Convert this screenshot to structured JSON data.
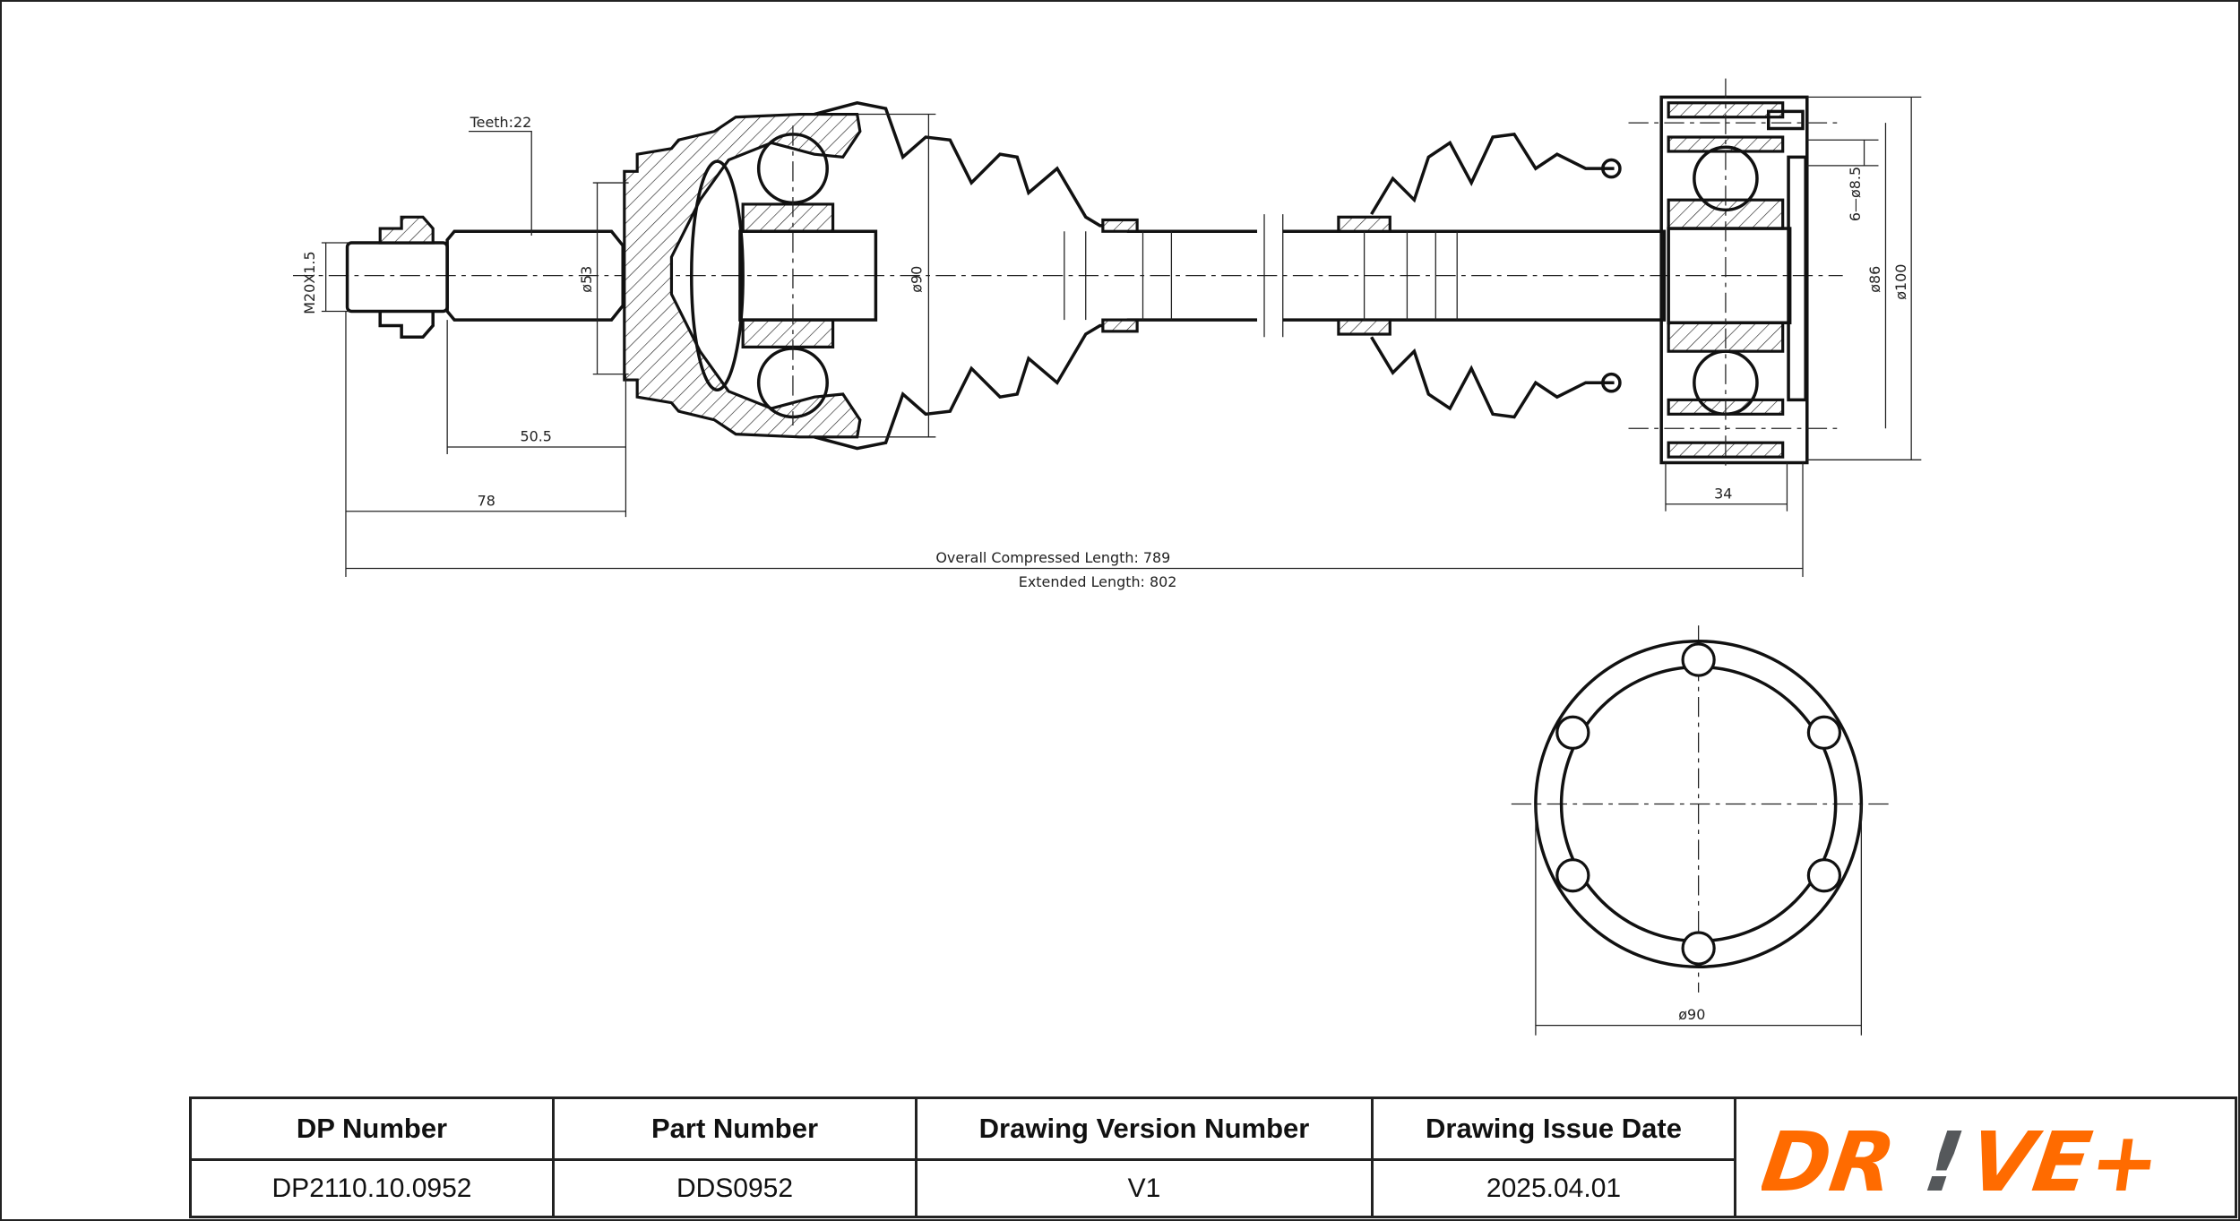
{
  "drawing": {
    "teeth": "Teeth:22",
    "thread": "M20X1.5",
    "dia_53": "ø53",
    "dia_90_boot": "ø90",
    "len_50_5": "50.5",
    "len_78": "78",
    "overall_compressed": "Overall  Compressed  Length: 789",
    "extended": "Extended  Length: 802",
    "width_34": "34",
    "holes": "6—ø8.5",
    "dia_86": "ø86",
    "dia_100": "ø100",
    "flange_dia_90": "ø90"
  },
  "title_block": {
    "headers": [
      "DP Number",
      "Part Number",
      "Drawing Version Number",
      "Drawing Issue Date"
    ],
    "values": [
      "DP2110.10.0952",
      "DDS0952",
      "V1",
      "2025.04.01"
    ]
  },
  "logo": {
    "text": "DR!VE+",
    "colors": {
      "orange": "#FF6B00",
      "gray": "#55585B"
    }
  }
}
